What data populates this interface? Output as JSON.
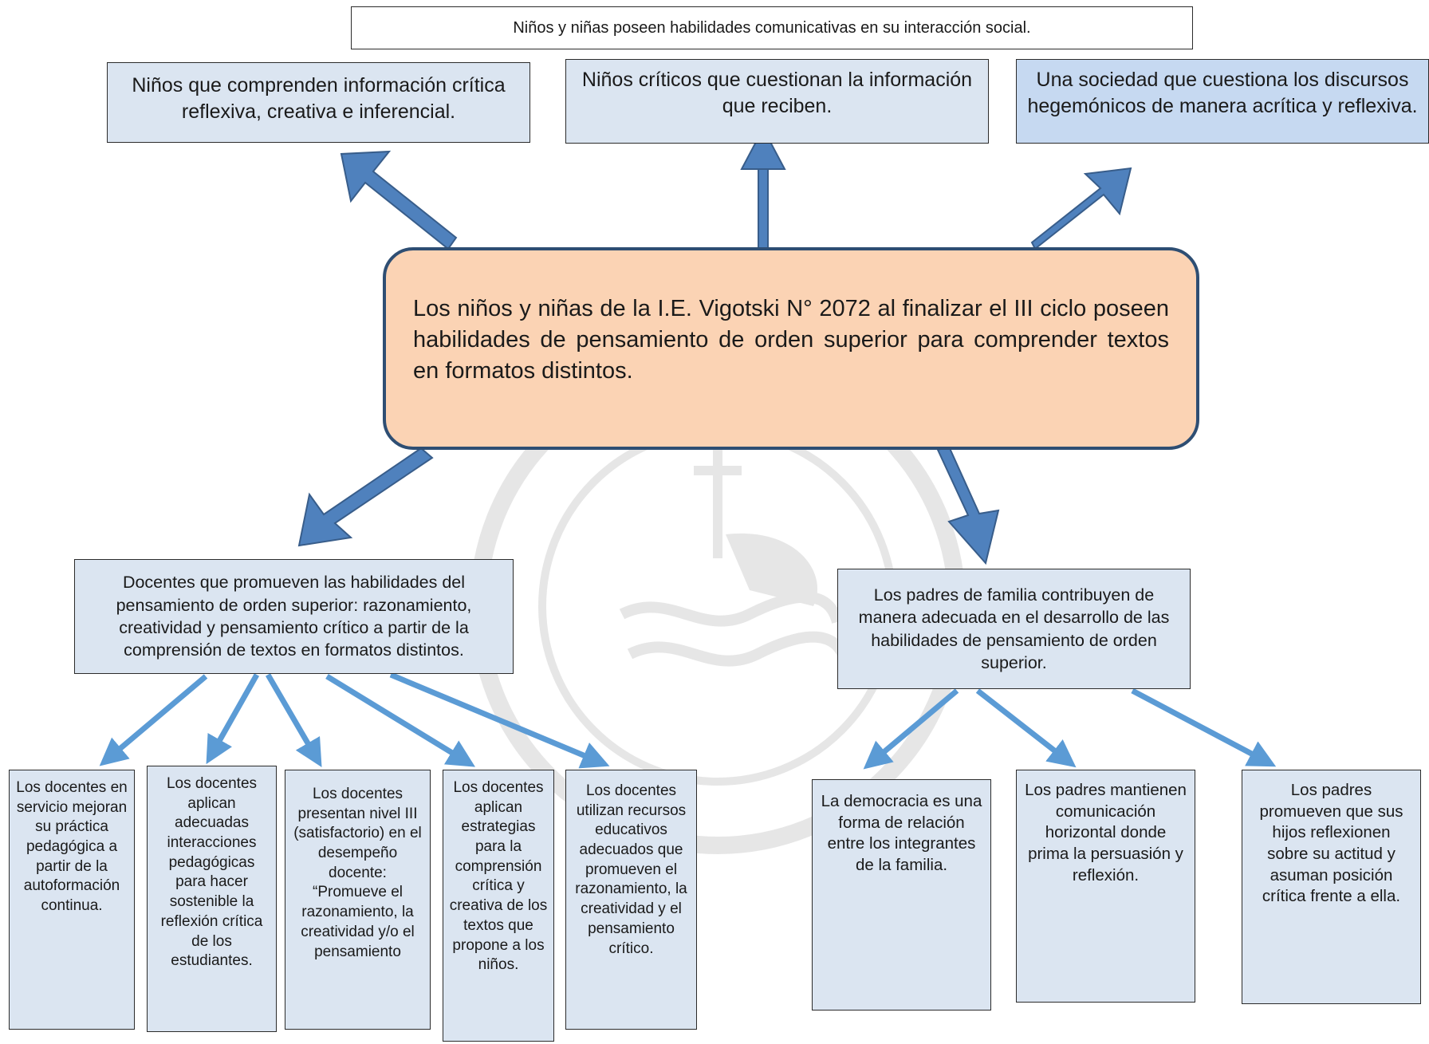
{
  "diagram": {
    "title": "Niños y niñas poseen habilidades comunicativas en su interacción social.",
    "top_goals": [
      "Niños que comprenden información crítica reflexiva, creativa e inferencial.",
      "Niños críticos que cuestionan la información que reciben.",
      "Una sociedad que cuestiona los discursos hegemónicos de manera acrítica y reflexiva."
    ],
    "central_objective": "Los niños y niñas de la I.E. Vigotski N° 2072 al finalizar el III ciclo poseen habilidades de pensamiento de orden superior para comprender textos en formatos distintos.",
    "left_branch": {
      "label": "Docentes que promueven las habilidades del pensamiento de orden superior: razonamiento, creatividad y pensamiento crítico a partir de la comprensión de textos en formatos distintos.",
      "leaves": [
        "Los docentes en servicio mejoran su práctica pedagógica a partir de la autoformación continua.",
        "Los docentes aplican adecuadas interacciones pedagógicas para hacer sostenible la reflexión crítica de los estudiantes.",
        "Los docentes presentan nivel III (satisfactorio) en el desempeño docente: “Promueve el razonamiento, la creatividad y/o el pensamiento",
        "Los docentes aplican estrategias para la comprensión crítica y creativa de los textos que propone a los niños.",
        "Los docentes utilizan recursos educativos adecuados que promueven el razonamiento, la creatividad y el pensamiento crítico."
      ]
    },
    "right_branch": {
      "label": "Los padres de familia contribuyen de manera adecuada en el desarrollo de las habilidades de pensamiento de orden superior.",
      "leaves": [
        "La democracia es una forma de relación entre los integrantes de la familia.",
        "Los padres mantienen comunicación horizontal donde prima la persuasión y reflexión.",
        "Los padres promueven que sus hijos reflexionen sobre su actitud y asuman posición crítica frente a ella."
      ]
    },
    "colors": {
      "box_fill": "#dbe5f1",
      "box_fill_highlight": "#c6d9f1",
      "central_fill": "#fbd3b4",
      "central_border": "#2e4e73",
      "thick_arrow": "#4f81bd",
      "thin_arrow": "#5b9bd5"
    }
  }
}
